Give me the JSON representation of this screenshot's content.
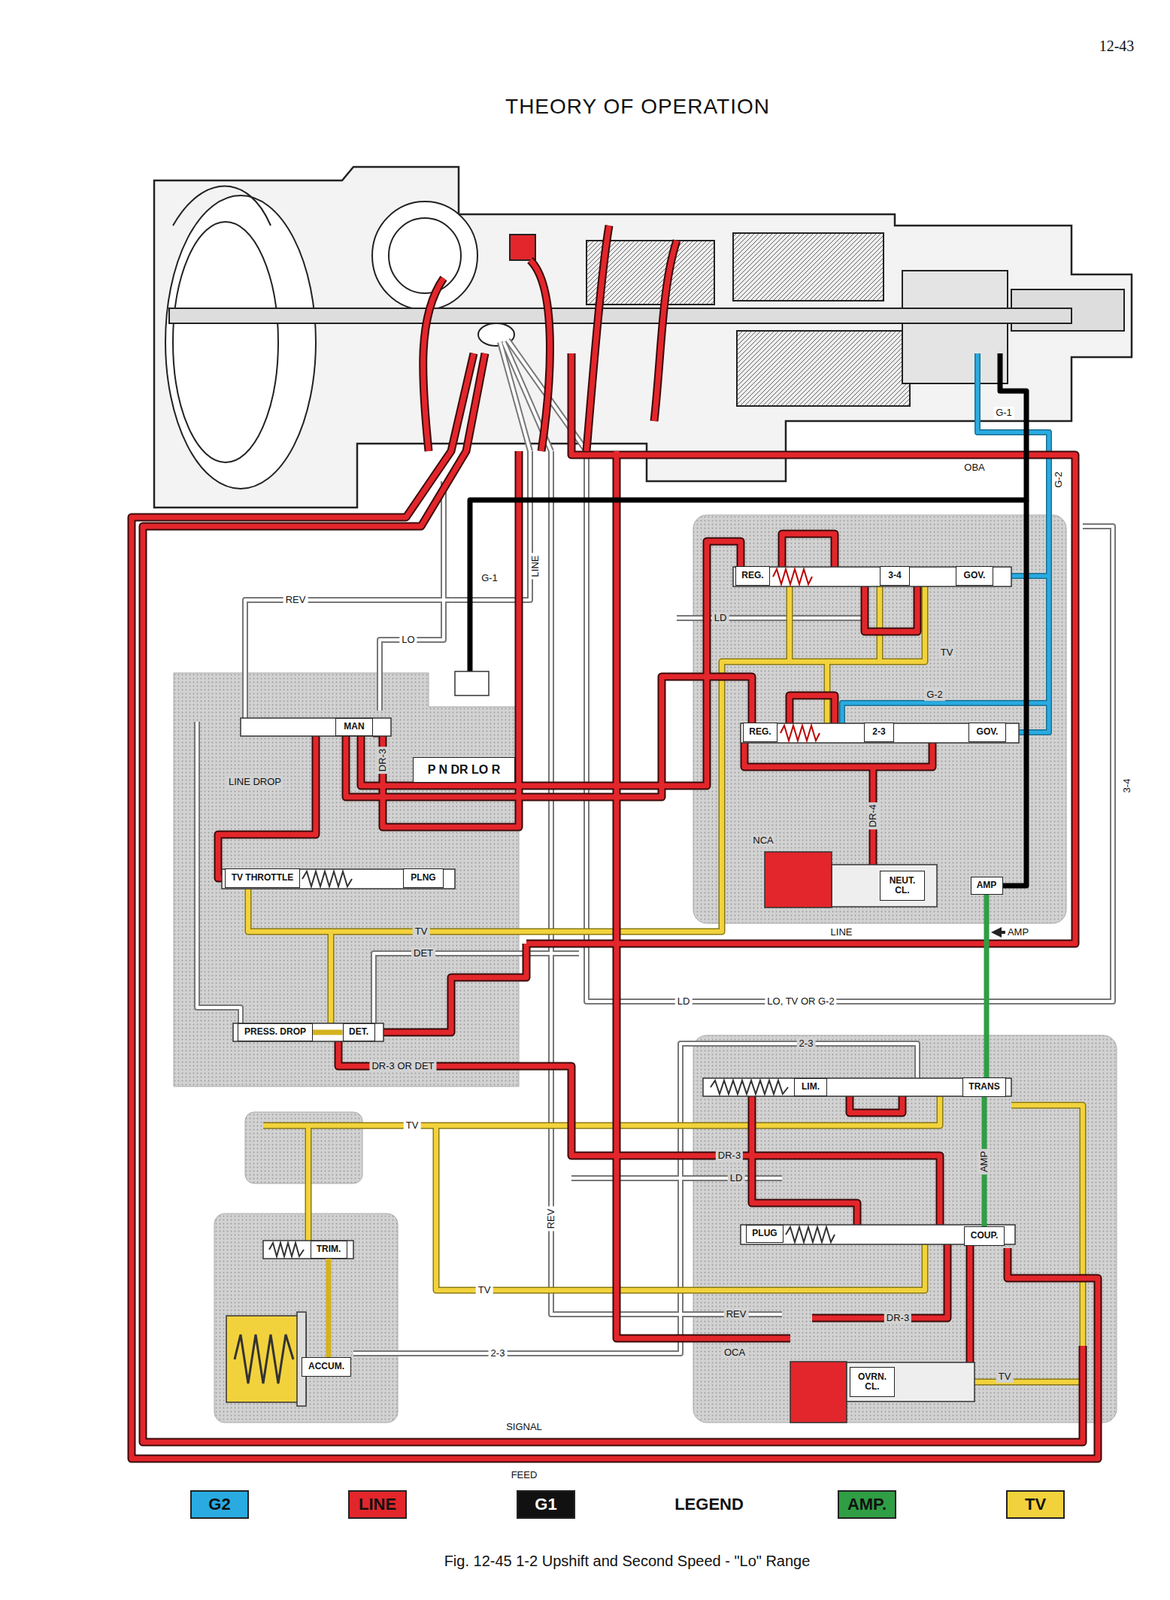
{
  "diagram": {
    "title": "THEORY OF OPERATION",
    "caption": "Fig. 12-45 1-2 Upshift and Second Speed - \"Lo\" Range",
    "nodes": [
      {
        "text": [
          "REG."
        ]
      },
      {
        "text": [
          "3-4"
        ]
      },
      {
        "text": [
          "GOV."
        ]
      },
      {
        "text": [
          "MAN"
        ]
      },
      {
        "text": [
          "P N DR LO R"
        ]
      },
      {
        "text": [
          "REG."
        ]
      },
      {
        "text": [
          "2-3"
        ]
      },
      {
        "text": [
          "GOV."
        ]
      },
      {
        "text": [
          "TV THROTTLE"
        ]
      },
      {
        "text": [
          "PLNG"
        ]
      },
      {
        "text": [
          "NEUT. CL."
        ]
      },
      {
        "text": [
          "AMP"
        ]
      },
      {
        "text": [
          "PRESS. DROP"
        ]
      },
      {
        "text": [
          "DET."
        ]
      },
      {
        "text": [
          "LIM."
        ]
      },
      {
        "text": [
          "TRANS"
        ]
      },
      {
        "text": [
          "TRIM."
        ]
      },
      {
        "text": [
          "PLUG"
        ]
      },
      {
        "text": [
          "COUP."
        ]
      },
      {
        "text": [
          "ACCUM."
        ]
      },
      {
        "text": [
          "OVRN. CL."
        ]
      }
    ],
    "edges": [
      {
        "from": 11,
        "to": 15,
        "arrow": "none"
      },
      {
        "from": 15,
        "to": 18,
        "label": "AMP",
        "arrow": "none"
      },
      {
        "from": 12,
        "to": 13,
        "arrow": "none"
      },
      {
        "from": 16,
        "to": 19,
        "arrow": "none"
      }
    ],
    "labels": [
      "12-43",
      "REV",
      "LO",
      "G-1",
      "LINE",
      "LD",
      "TV",
      "G-2",
      "LINE DROP",
      "DR-3",
      "DR-4",
      "NCA",
      "LINE",
      "AMP",
      "TV",
      "DET",
      "LD",
      "LO, TV OR G-2",
      "DR-3 OR DET",
      "2-3",
      "TV",
      "DR-3",
      "LD",
      "REV",
      "TV",
      "REV",
      "DR-3",
      "2-3",
      "OCA",
      "TV",
      "SIGNAL",
      "FEED",
      "OBA",
      "G-1",
      "G-2",
      "3-4",
      "LEGEND"
    ],
    "legend": [
      {
        "text": "G2",
        "color": "#29abe2"
      },
      {
        "text": "LINE",
        "color": "#e3262b"
      },
      {
        "text": "G1",
        "color": "#111111"
      },
      {
        "text": "AMP.",
        "color": "#2f9e44"
      },
      {
        "text": "TV",
        "color": "#f2d23c"
      }
    ]
  }
}
